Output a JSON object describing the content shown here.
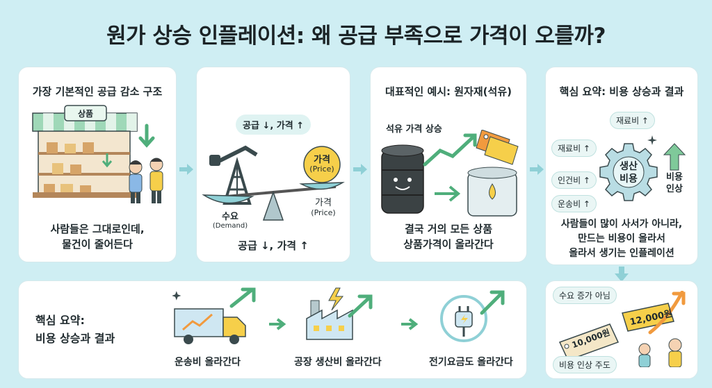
{
  "title": "원가 상승 인플레이션: 왜 공급 부족으로 가격이 오를까?",
  "panel1": {
    "heading": "가장 기본적인 공급 감소 구조",
    "shop_sign": "상품",
    "caption_line1": "사람들은 그대로인데,",
    "caption_line2": "물건이 줄어든다"
  },
  "panel2": {
    "top_label": "공급 ↓, 가격 ↑",
    "price_label": "가격",
    "price_label_en": "(Price)",
    "demand_label": "수요",
    "demand_label_en": "(Demand)",
    "right_label": "가격",
    "right_label_en": "(Price)",
    "caption": "공급 ↓, 가격 ↑"
  },
  "panel3": {
    "heading": "대표적인 예시: 원자재(석유)",
    "oil_label": "석유 가격 상승",
    "caption_line1": "결국 거의 모든 상품",
    "caption_line2": "상품가격이 올라간다"
  },
  "panel4": {
    "heading": "핵심 요약: 비용 상승과 결과",
    "cost_top": "재료비 ↑",
    "cost_left1": "재료비 ↑",
    "cost_left2": "인건비 ↑",
    "cost_left3": "운송비 ↑",
    "gear_line1": "생산",
    "gear_line2": "비용",
    "rise_line1": "비용",
    "rise_line2": "인상",
    "caption_line1": "사람들이 많이 사서가 아니라,",
    "caption_line2": "만드는 비용이 올라서",
    "caption_line3": "올라서 생기는 인플레이션"
  },
  "bottom": {
    "summary_line1": "핵심 요약:",
    "summary_line2": "비용 상승과 결과",
    "item1": "운송비 올라간다",
    "item2": "공장 생산비 올라간다",
    "item3": "전기요금도 올라간다"
  },
  "panel5": {
    "not_demand": "수요 증가 아님",
    "old_price": "10,000원",
    "new_price": "12,000원",
    "cost_driven": "비용 인상 주도"
  },
  "colors": {
    "background": "#cfeef3",
    "card": "#ffffff",
    "accent_green": "#5bb98c",
    "accent_teal": "#8fd0d6",
    "price_yellow": "#f6cf4a",
    "orange": "#f19a3e"
  }
}
